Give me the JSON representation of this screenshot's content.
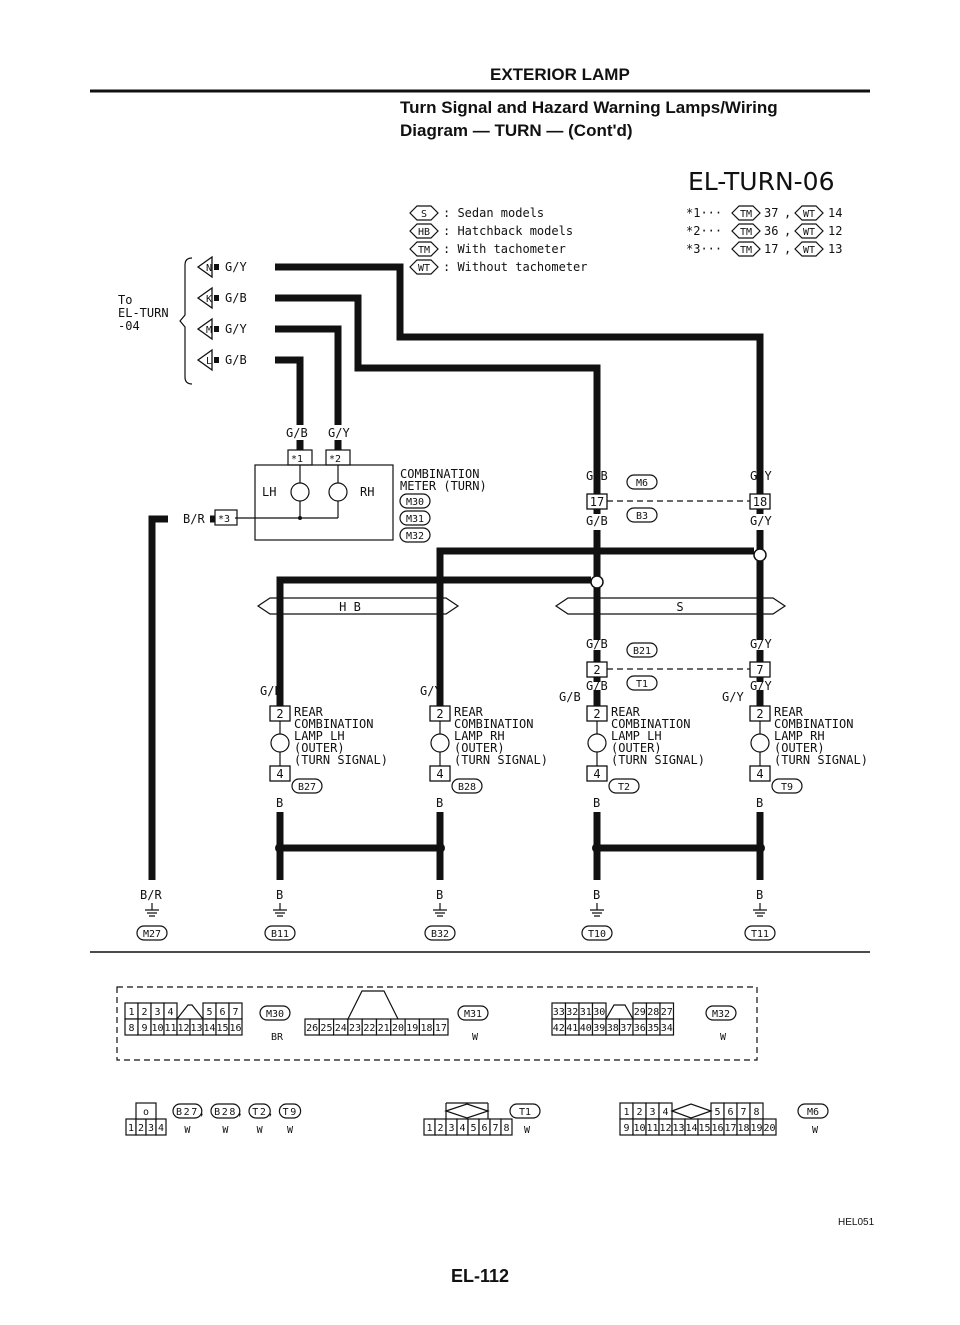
{
  "header": {
    "section": "EXTERIOR LAMP",
    "title_line1": "Turn Signal and Hazard Warning Lamps/Wiring",
    "title_line2": "Diagram — TURN — (Cont'd)",
    "diagram_id": "EL-TURN-06"
  },
  "legend": [
    {
      "symbol": "S",
      "text": ": Sedan models"
    },
    {
      "symbol": "HB",
      "text": ": Hatchback models"
    },
    {
      "symbol": "TM",
      "text": ": With tachometer"
    },
    {
      "symbol": "WT",
      "text": ": Without tachometer"
    }
  ],
  "notes": [
    {
      "mark": "*1···",
      "tm": "37",
      "wt": "14"
    },
    {
      "mark": "*2···",
      "tm": "36",
      "wt": "12"
    },
    {
      "mark": "*3···",
      "tm": "17",
      "wt": "13"
    }
  ],
  "note_symbols": {
    "tm": "TM",
    "wt": "WT",
    "sep": ","
  },
  "source": {
    "line1": "To",
    "line2": "EL-TURN",
    "line3": "-04"
  },
  "inputs": [
    {
      "letter": "N",
      "color": "G/Y"
    },
    {
      "letter": "K",
      "color": "G/B"
    },
    {
      "letter": "M",
      "color": "G/Y"
    },
    {
      "letter": "L",
      "color": "G/B"
    }
  ],
  "meter": {
    "wire_left": "G/B",
    "wire_right": "G/Y",
    "pin1": "*1",
    "pin2": "*2",
    "pin3": "*3",
    "lh": "LH",
    "rh": "RH",
    "name1": "COMBINATION",
    "name2": "METER (TURN)",
    "codes": [
      "M30",
      "M31",
      "M32"
    ],
    "br_label": "B/R"
  },
  "joint_connector": {
    "top_code": "M6",
    "bottom_code": "B3",
    "left_pin": "17",
    "right_pin": "18",
    "left_wire": "G/B",
    "right_wire": "G/Y"
  },
  "variants": {
    "hb": "H B",
    "s": "S"
  },
  "s_connector": {
    "top_code": "B21",
    "bottom_code": "T1",
    "left_pin": "2",
    "right_pin": "7",
    "left_wire": "G/B",
    "right_wire": "G/Y"
  },
  "lamps": [
    {
      "wire": "G/B",
      "pin_top": "2",
      "pin_bottom": "4",
      "l1": "REAR",
      "l2": "COMBINATION",
      "l3": "LAMP LH",
      "l4": "(OUTER)",
      "l5": "(TURN SIGNAL)",
      "code": "B27",
      "ground_wire": "B"
    },
    {
      "wire": "G/Y",
      "pin_top": "2",
      "pin_bottom": "4",
      "l1": "REAR",
      "l2": "COMBINATION",
      "l3": "LAMP RH",
      "l4": "(OUTER)",
      "l5": "(TURN SIGNAL)",
      "code": "B28",
      "ground_wire": "B"
    },
    {
      "wire": "G/B",
      "pin_top": "2",
      "pin_bottom": "4",
      "l1": "REAR",
      "l2": "COMBINATION",
      "l3": "LAMP LH",
      "l4": "(OUTER)",
      "l5": "(TURN SIGNAL)",
      "code": "T2",
      "ground_wire": "B"
    },
    {
      "wire": "G/Y",
      "pin_top": "2",
      "pin_bottom": "4",
      "l1": "REAR",
      "l2": "COMBINATION",
      "l3": "LAMP RH",
      "l4": "(OUTER)",
      "l5": "(TURN SIGNAL)",
      "code": "T9",
      "ground_wire": "B"
    }
  ],
  "grounds": [
    {
      "wire": "B/R",
      "code": "M27"
    },
    {
      "wire": "B",
      "code": "B11"
    },
    {
      "wire": "B",
      "code": "B32"
    },
    {
      "wire": "B",
      "code": "T10"
    },
    {
      "wire": "B",
      "code": "T11"
    }
  ],
  "connectors": [
    {
      "code": "M30",
      "color": "BR",
      "top": [
        "1",
        "2",
        "3",
        "4",
        "",
        "",
        "5",
        "6",
        "7"
      ],
      "bottom": [
        "8",
        "9",
        "10",
        "11",
        "12",
        "13",
        "14",
        "15",
        "16"
      ]
    },
    {
      "code": "M31",
      "color": "W",
      "top": [],
      "bottom": [
        "26",
        "25",
        "24",
        "23",
        "22",
        "21",
        "20",
        "19",
        "18",
        "17"
      ]
    },
    {
      "code": "M32",
      "color": "W",
      "top": [
        "33",
        "32",
        "31",
        "30",
        "",
        "",
        "29",
        "28",
        "27"
      ],
      "bottom": [
        "42",
        "41",
        "40",
        "39",
        "38",
        "37",
        "36",
        "35",
        "34"
      ]
    },
    {
      "code": "B27, B28, T2, T9",
      "codes": [
        "B27",
        "B28",
        "T2",
        "T9"
      ],
      "color": "W",
      "top": [
        "o"
      ],
      "bottom": [
        "1",
        "2",
        "3",
        "4"
      ]
    },
    {
      "code": "T1",
      "color": "W",
      "top": [],
      "bottom": [
        "1",
        "2",
        "3",
        "4",
        "5",
        "6",
        "7",
        "8"
      ]
    },
    {
      "code": "M6",
      "color": "W",
      "top": [
        "1",
        "2",
        "3",
        "4",
        "",
        "",
        "",
        "5",
        "6",
        "7",
        "8"
      ],
      "bottom": [
        "9",
        "10",
        "11",
        "12",
        "13",
        "14",
        "15",
        "16",
        "17",
        "18",
        "19",
        "20"
      ]
    }
  ],
  "footer": {
    "ref": "HEL051",
    "page": "EL-112"
  }
}
